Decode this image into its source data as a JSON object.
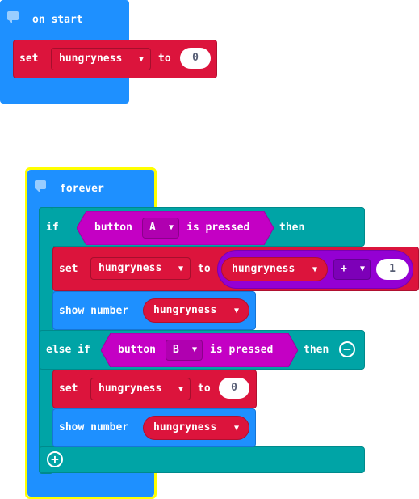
{
  "colors": {
    "event_blue": "#1e90ff",
    "variable_red": "#dc143c",
    "logic_teal": "#00a4a6",
    "input_purple": "#c400c4",
    "selected_outline": "#ffff00"
  },
  "on_start": {
    "title": "on start",
    "icon": "comment-icon",
    "set_label": "set",
    "variable": "hungryness",
    "to_label": "to",
    "value": "0"
  },
  "forever": {
    "title": "forever",
    "icon": "comment-icon",
    "if_label": "if",
    "then_label": "then",
    "button_label": "button",
    "button_a": "A",
    "is_pressed": "is pressed",
    "set_label": "set",
    "to_label": "to",
    "variable": "hungryness",
    "math_operand_var": "hungryness",
    "math_operator": "+",
    "math_value": "1",
    "show_number_label": "show number",
    "show_var": "hungryness",
    "else_if_label": "else if",
    "button_b": "B",
    "then2_label": "then",
    "set2_value": "0",
    "show2_var": "hungryness",
    "remove_icon": "minus-circle-icon",
    "add_icon": "plus-circle-icon"
  }
}
